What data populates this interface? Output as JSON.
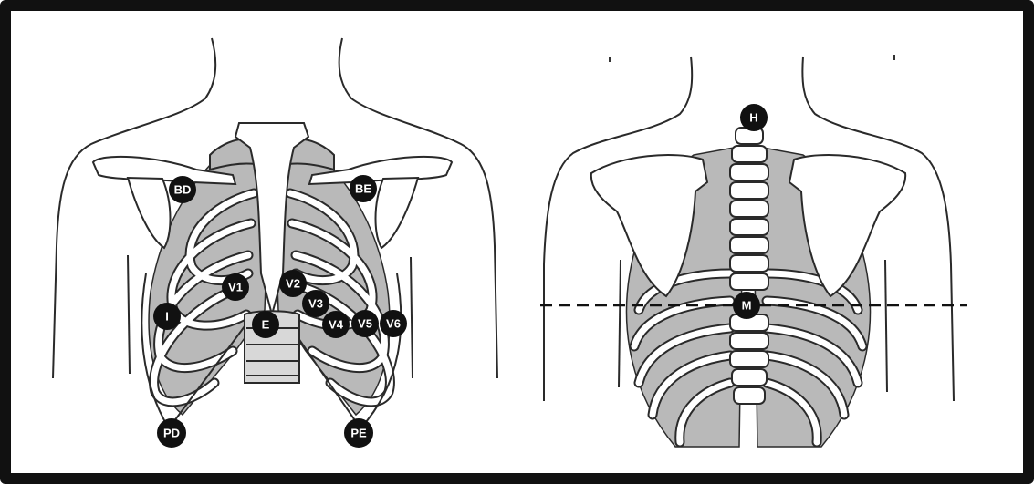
{
  "front_view": {
    "electrodes": {
      "bd": "BD",
      "be": "BE",
      "v1": "V1",
      "v2": "V2",
      "v3": "V3",
      "v4": "V4",
      "v5": "V5",
      "v6": "V6",
      "i": "I",
      "e": "E",
      "pd": "PD",
      "pe": "PE"
    }
  },
  "back_view": {
    "electrodes": {
      "h": "H",
      "m": "M"
    }
  },
  "colors": {
    "frame": "#111111",
    "outline": "#2a2a2a",
    "bone": "#ffffff",
    "lung_shade": "#b9b9b9",
    "marker": "#111111",
    "marker_text": "#ffffff"
  }
}
